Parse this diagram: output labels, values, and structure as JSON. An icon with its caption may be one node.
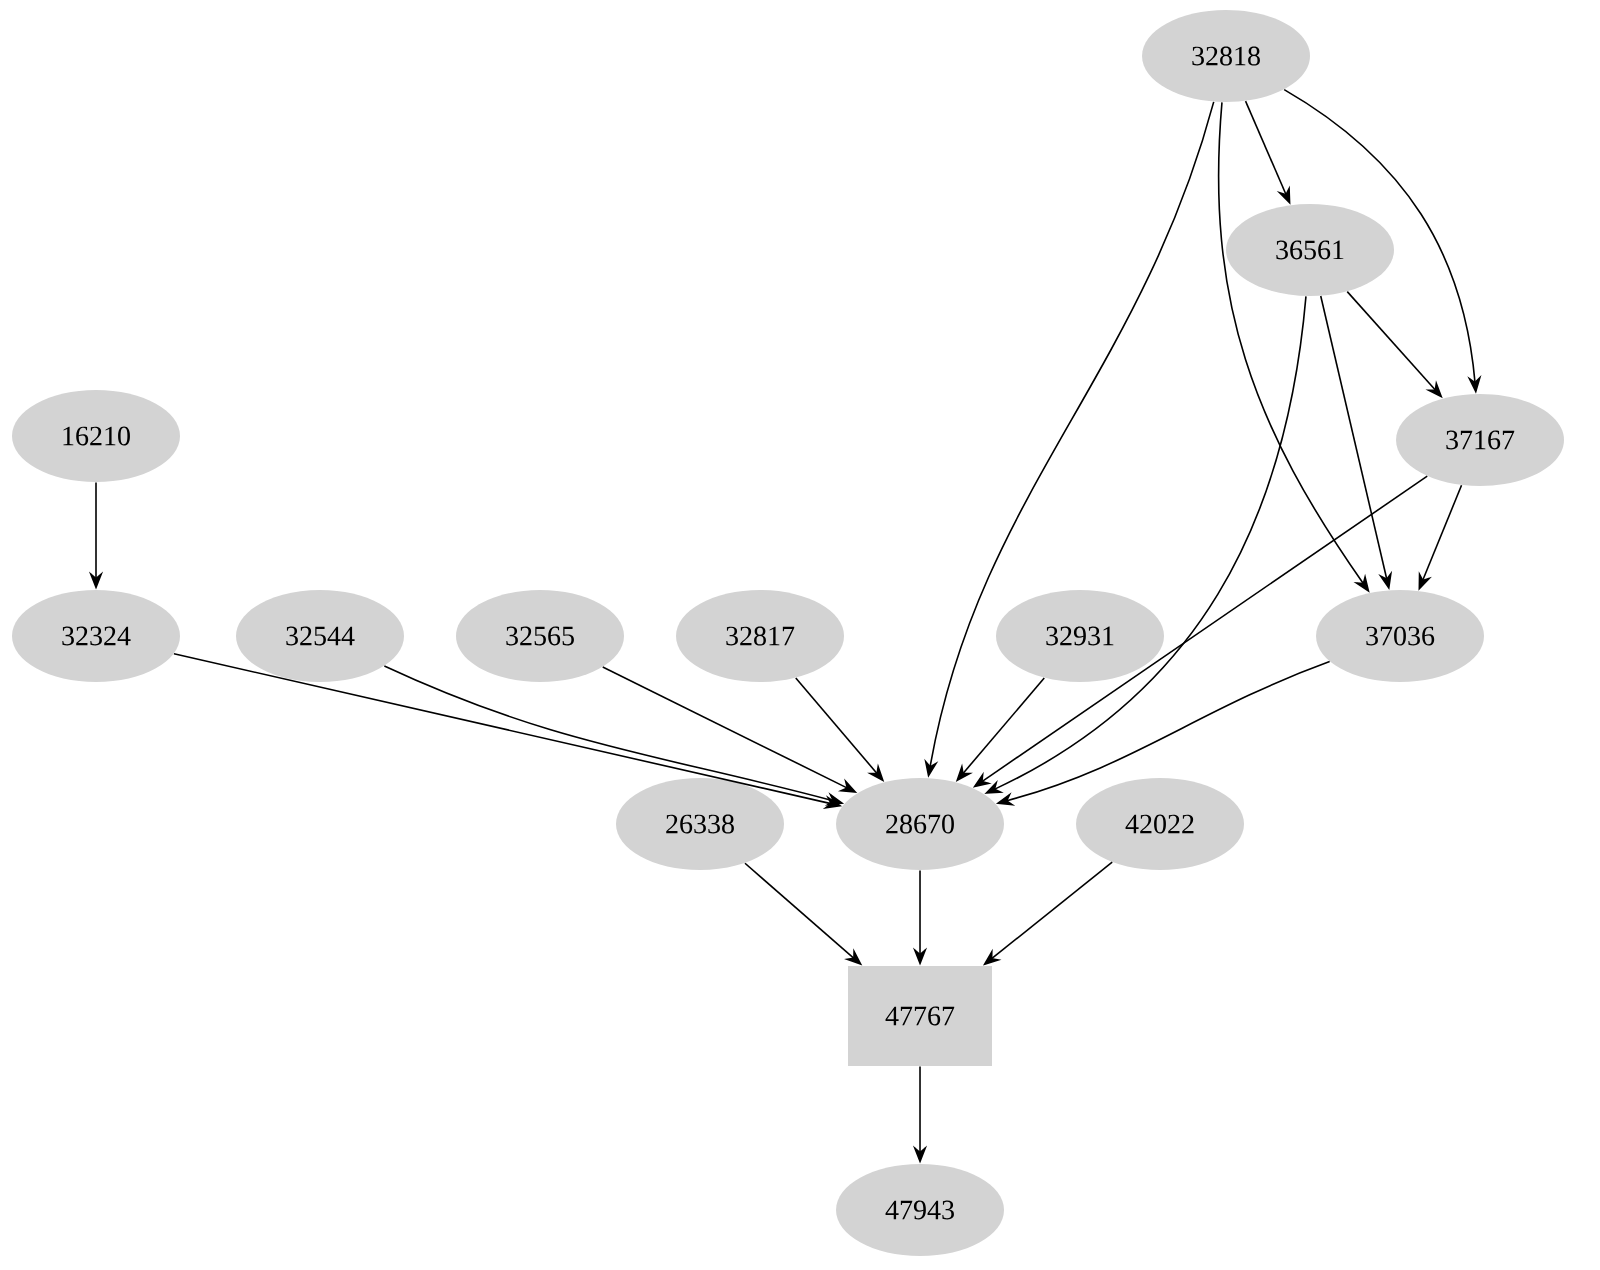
{
  "diagram": {
    "nodes": [
      {
        "text": [
          "32818"
        ]
      },
      {
        "text": [
          "36561"
        ]
      },
      {
        "text": [
          "16210"
        ]
      },
      {
        "text": [
          "37167"
        ]
      },
      {
        "text": [
          "32324"
        ]
      },
      {
        "text": [
          "32544"
        ]
      },
      {
        "text": [
          "32565"
        ]
      },
      {
        "text": [
          "32817"
        ]
      },
      {
        "text": [
          "32931"
        ]
      },
      {
        "text": [
          "37036"
        ]
      },
      {
        "text": [
          "26338"
        ]
      },
      {
        "text": [
          "28670"
        ]
      },
      {
        "text": [
          "42022"
        ]
      },
      {
        "text": [
          "47767"
        ]
      },
      {
        "text": [
          "47943"
        ]
      }
    ],
    "edges": [
      {
        "from": 0,
        "to": 1,
        "arrow": "to"
      },
      {
        "from": 0,
        "to": 3,
        "arrow": "to"
      },
      {
        "from": 0,
        "to": 11,
        "arrow": "to"
      },
      {
        "from": 0,
        "to": 9,
        "arrow": "to"
      },
      {
        "from": 1,
        "to": 3,
        "arrow": "to"
      },
      {
        "from": 1,
        "to": 9,
        "arrow": "to"
      },
      {
        "from": 1,
        "to": 11,
        "arrow": "to"
      },
      {
        "from": 2,
        "to": 4,
        "arrow": "to"
      },
      {
        "from": 3,
        "to": 9,
        "arrow": "to"
      },
      {
        "from": 3,
        "to": 11,
        "arrow": "to"
      },
      {
        "from": 4,
        "to": 11,
        "arrow": "to"
      },
      {
        "from": 5,
        "to": 11,
        "arrow": "to"
      },
      {
        "from": 6,
        "to": 11,
        "arrow": "to"
      },
      {
        "from": 7,
        "to": 11,
        "arrow": "to"
      },
      {
        "from": 8,
        "to": 11,
        "arrow": "to"
      },
      {
        "from": 9,
        "to": 11,
        "arrow": "to"
      },
      {
        "from": 10,
        "to": 13,
        "arrow": "to"
      },
      {
        "from": 11,
        "to": 13,
        "arrow": "to"
      },
      {
        "from": 12,
        "to": 13,
        "arrow": "to"
      },
      {
        "from": 13,
        "to": 14,
        "arrow": "to"
      }
    ]
  }
}
